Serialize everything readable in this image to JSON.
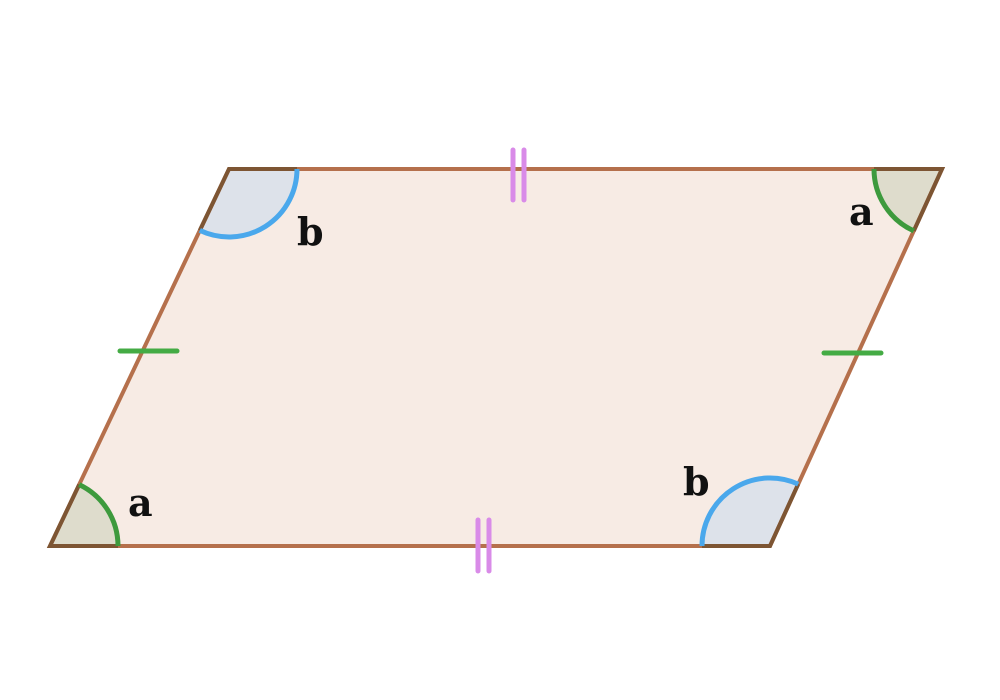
{
  "diagram": {
    "shape": "parallelogram",
    "colors": {
      "fill": "#f7ebe4",
      "edge": "#b5704c",
      "angle_a_arc": "#3d9a3d",
      "angle_a_fill": "#dedccc",
      "angle_b_arc": "#4aa8ec",
      "angle_b_fill": "#dde2ea",
      "long_side_ticks": "#d98be8",
      "short_side_ticks": "#44ab44"
    },
    "angle_labels": {
      "top_left": "b",
      "top_right": "a",
      "bottom_left": "a",
      "bottom_right": "b"
    }
  }
}
